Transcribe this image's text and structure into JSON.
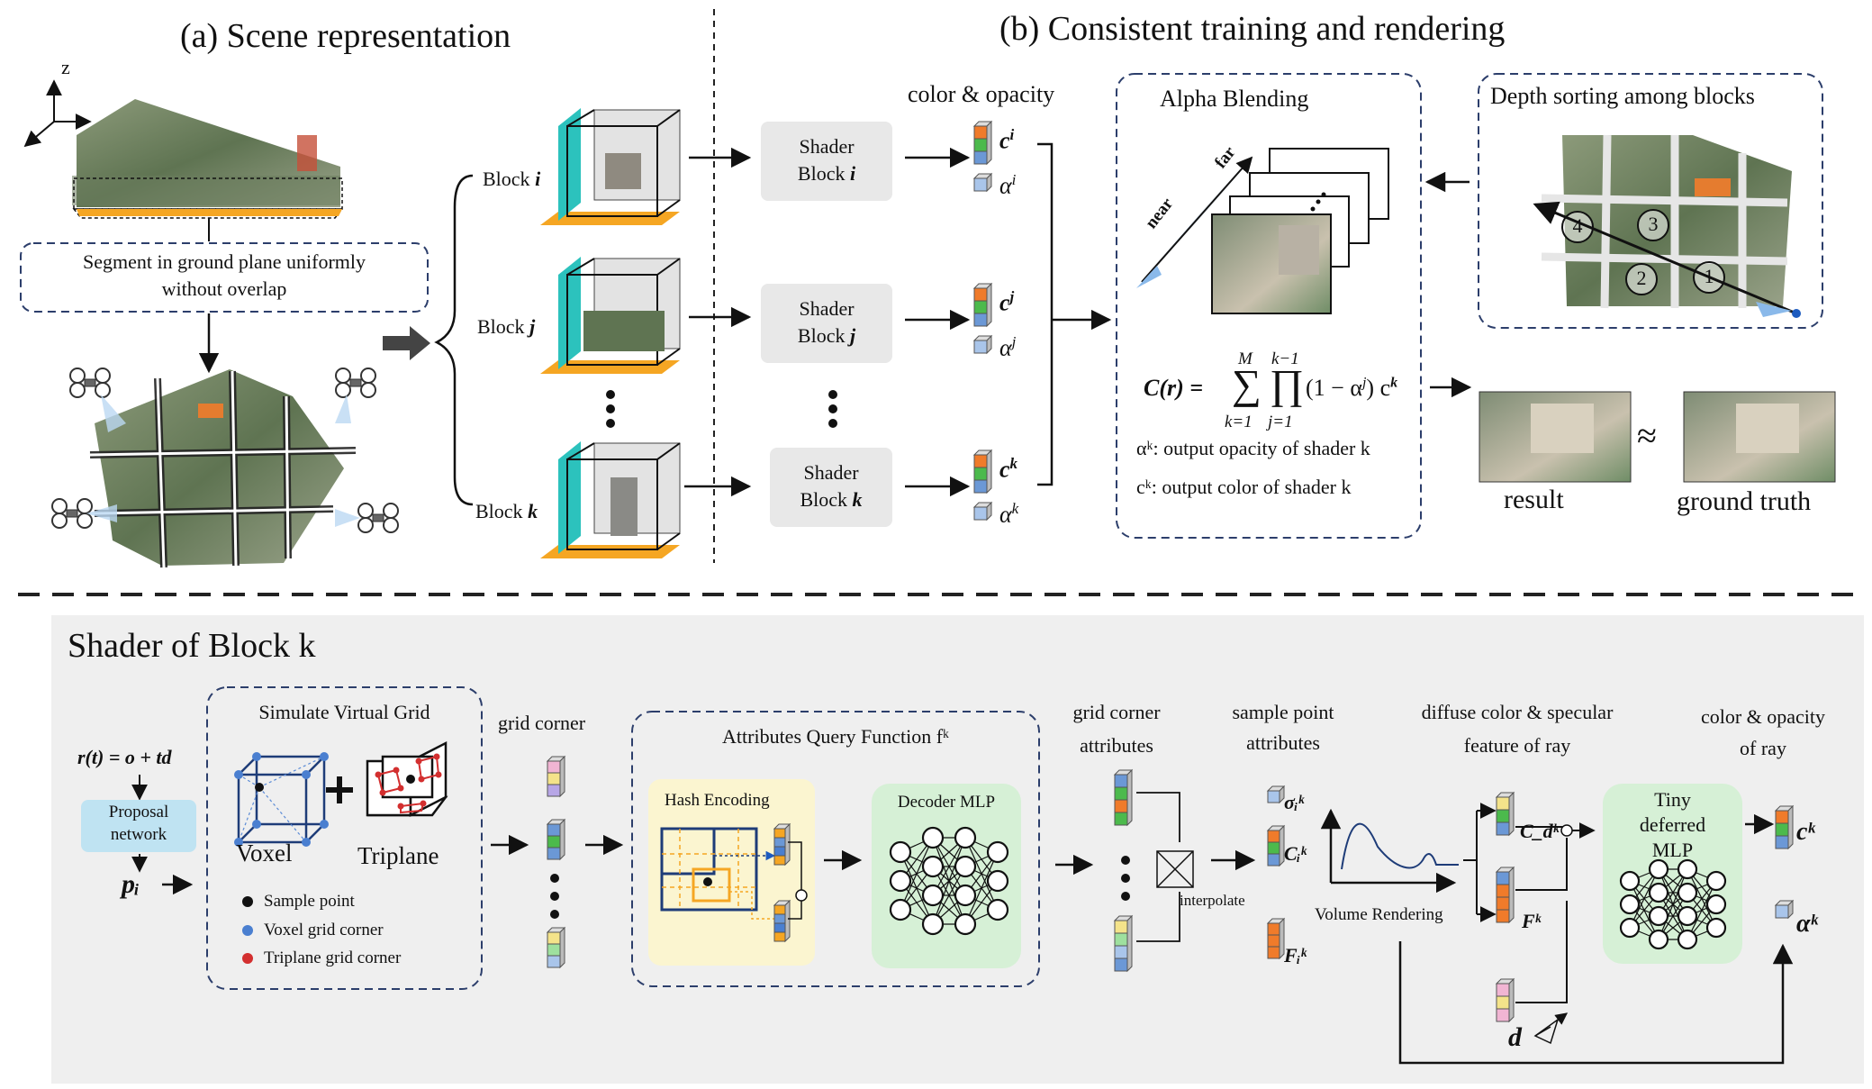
{
  "panel_a": {
    "title": "(a) Scene representation",
    "axis_z": "z",
    "segment_note_l1": "Segment in ground plane uniformly",
    "segment_note_l2": "without overlap",
    "blocks": [
      {
        "label": "Block",
        "idx": "i"
      },
      {
        "label": "Block",
        "idx": "j"
      },
      {
        "label": "Block",
        "idx": "k"
      }
    ]
  },
  "panel_b": {
    "title": "(b) Consistent training and rendering",
    "color_opacity": "color & opacity",
    "shaders": [
      {
        "l1": "Shader",
        "l2": "Block",
        "idx": "i",
        "c": "c",
        "a": "α",
        "sup": "i"
      },
      {
        "l1": "Shader",
        "l2": "Block",
        "idx": "j",
        "c": "c",
        "a": "α",
        "sup": "j"
      },
      {
        "l1": "Shader",
        "l2": "Block",
        "idx": "k",
        "c": "c",
        "a": "α",
        "sup": "k"
      }
    ],
    "alpha_blending": "Alpha Blending",
    "near": "near",
    "far": "far",
    "formula_lhs": "C(r) =",
    "sum_top": "M",
    "sum_bottom": "k=1",
    "prod_top": "k−1",
    "prod_bottom": "j=1",
    "formula_rhs": "(1 − α",
    "formula_tail": ") c",
    "note_alpha": "αᵏ: output opacity of shader k",
    "note_color": "cᵏ: output color of shader k",
    "depth_sorting": "Depth  sorting among blocks",
    "order": [
      "4",
      "3",
      "2",
      "1"
    ],
    "result": "result",
    "approx": "≈",
    "ground_truth": "ground truth"
  },
  "panel_c": {
    "title": "Shader of Block k",
    "ray_eq": "r(t) = o + td",
    "proposal_l1": "Proposal",
    "proposal_l2": "network",
    "p_i": "pᵢ",
    "sim_grid": "Simulate Virtual Grid",
    "voxel": "Voxel",
    "triplane": "Triplane",
    "legend": [
      "Sample point",
      "Voxel grid corner",
      "Triplane grid corner"
    ],
    "grid_corner": "grid corner",
    "aqf": "Attributes Query Function fᵏ",
    "hash": "Hash Encoding",
    "decoder": "Decoder MLP",
    "gca_l1": "grid corner",
    "gca_l2": "attributes",
    "interpolate": "interpolate",
    "spa_l1": "sample point",
    "spa_l2": "attributes",
    "sigma": "σᵢᵏ",
    "c_i": "Cᵢᵏ",
    "f_i": "Fᵢᵏ",
    "volume_rendering": "Volume Rendering",
    "dcs_l1": "diffuse color  &  specular",
    "dcs_l2": "feature of ray",
    "c_d": "C_dᵏ",
    "f_k": "Fᵏ",
    "d": "d",
    "tiny_l1": "Tiny",
    "tiny_l2": "deferred",
    "tiny_l3": "MLP",
    "cor_l1": "color & opacity",
    "cor_l2": "of ray",
    "out_c": "cᵏ",
    "out_a": "αᵏ"
  },
  "colors": {
    "panel_bg": "#efefef",
    "shader_box": "#e8e8e8",
    "proposal": "#bfe3f2",
    "hash_bg": "#fbf5d0",
    "mlp_bg": "#d6f0d6",
    "cyan_face": "#2cc2bd",
    "orange_base": "#f5a623",
    "dashed_blue": "#2c3e6b"
  }
}
